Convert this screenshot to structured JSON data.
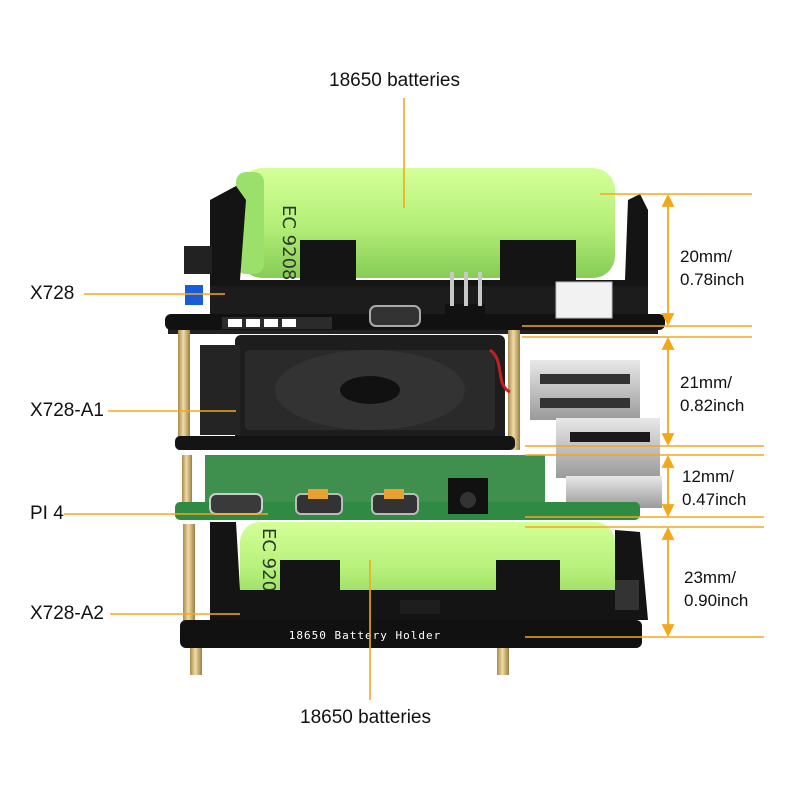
{
  "callouts": {
    "top_batteries": "18650 batteries",
    "bottom_batteries": "18650 batteries",
    "x728": "X728",
    "x728_a1": "X728-A1",
    "pi4": "PI 4",
    "x728_a2": "X728-A2"
  },
  "dimensions": [
    {
      "mm": "20mm/",
      "inch": "0.78inch"
    },
    {
      "mm": "21mm/",
      "inch": "0.82inch"
    },
    {
      "mm": "12mm/",
      "inch": "0.47inch"
    },
    {
      "mm": "23mm/",
      "inch": "0.90inch"
    }
  ],
  "board_print": {
    "battery_holder": "18650 Battery Holder",
    "cell_marking": "EC 9208"
  },
  "colors": {
    "leader": "#f3a81c",
    "battery": "#b6f07a",
    "battery_shade": "#8fd45a",
    "pcb": "#1a1a1a",
    "standoff": "#c9a96a",
    "pi_green": "#3f8f4f"
  }
}
